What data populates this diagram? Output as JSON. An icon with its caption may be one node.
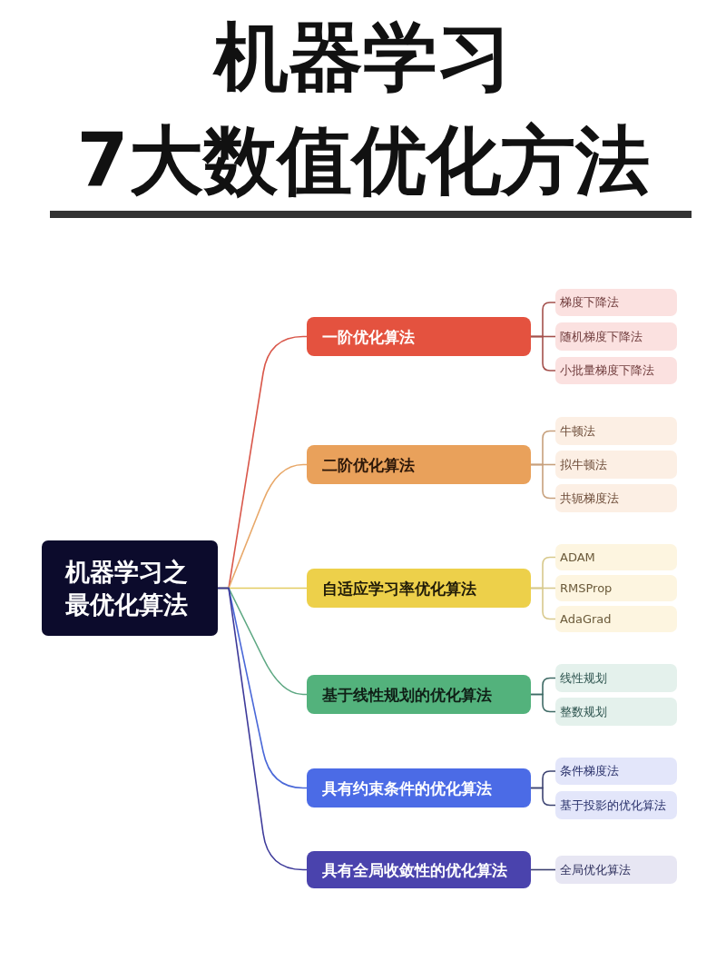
{
  "diagram": {
    "title": "机器学习 7大数值优化方法",
    "nodes": [
      {
        "text": [
          "机器学习之最优化算法"
        ]
      },
      {
        "text": [
          "一阶优化算法"
        ]
      },
      {
        "text": [
          "梯度下降法"
        ]
      },
      {
        "text": [
          "随机梯度下降法"
        ]
      },
      {
        "text": [
          "小批量梯度下降法"
        ]
      },
      {
        "text": [
          "二阶优化算法"
        ]
      },
      {
        "text": [
          "牛顿法"
        ]
      },
      {
        "text": [
          "拟牛顿法"
        ]
      },
      {
        "text": [
          "共轭梯度法"
        ]
      },
      {
        "text": [
          "自适应学习率优化算法"
        ]
      },
      {
        "text": [
          "ADAM"
        ]
      },
      {
        "text": [
          "RMSProp"
        ]
      },
      {
        "text": [
          "AdaGrad"
        ]
      },
      {
        "text": [
          "基于线性规划的优化算法"
        ]
      },
      {
        "text": [
          "线性规划"
        ]
      },
      {
        "text": [
          "整数规划"
        ]
      },
      {
        "text": [
          "具有约束条件的优化算法"
        ]
      },
      {
        "text": [
          "条件梯度法"
        ]
      },
      {
        "text": [
          "基于投影的优化算法"
        ]
      },
      {
        "text": [
          "具有全局收敛性的优化算法"
        ]
      },
      {
        "text": [
          "全局优化算法"
        ]
      }
    ],
    "edges": [
      {
        "from": 0,
        "to": 1,
        "arrow": "none",
        "color": "#d9574a"
      },
      {
        "from": 0,
        "to": 5,
        "arrow": "none",
        "color": "#e8a869"
      },
      {
        "from": 0,
        "to": 9,
        "arrow": "none",
        "color": "#e3cc62"
      },
      {
        "from": 0,
        "to": 13,
        "arrow": "none",
        "color": "#5ea883"
      },
      {
        "from": 0,
        "to": 16,
        "arrow": "none",
        "color": "#4a68d8"
      },
      {
        "from": 0,
        "to": 19,
        "arrow": "none",
        "color": "#3d3a9a"
      },
      {
        "from": 1,
        "to": 2,
        "arrow": "none",
        "color": "#a4504c"
      },
      {
        "from": 1,
        "to": 3,
        "arrow": "none",
        "color": "#a4504c"
      },
      {
        "from": 1,
        "to": 4,
        "arrow": "none",
        "color": "#a4504c"
      },
      {
        "from": 5,
        "to": 6,
        "arrow": "none",
        "color": "#c7a07c"
      },
      {
        "from": 5,
        "to": 7,
        "arrow": "none",
        "color": "#c7a07c"
      },
      {
        "from": 5,
        "to": 8,
        "arrow": "none",
        "color": "#c7a07c"
      },
      {
        "from": 9,
        "to": 10,
        "arrow": "none",
        "color": "#d8c98c"
      },
      {
        "from": 9,
        "to": 11,
        "arrow": "none",
        "color": "#d8c98c"
      },
      {
        "from": 9,
        "to": 12,
        "arrow": "none",
        "color": "#d8c98c"
      },
      {
        "from": 13,
        "to": 14,
        "arrow": "none",
        "color": "#3f6b66"
      },
      {
        "from": 13,
        "to": 15,
        "arrow": "none",
        "color": "#3f6b66"
      },
      {
        "from": 16,
        "to": 17,
        "arrow": "none",
        "color": "#3c4372"
      },
      {
        "from": 16,
        "to": 18,
        "arrow": "none",
        "color": "#3c4372"
      },
      {
        "from": 19,
        "to": 20,
        "arrow": "none",
        "color": "#3c4070"
      }
    ]
  }
}
